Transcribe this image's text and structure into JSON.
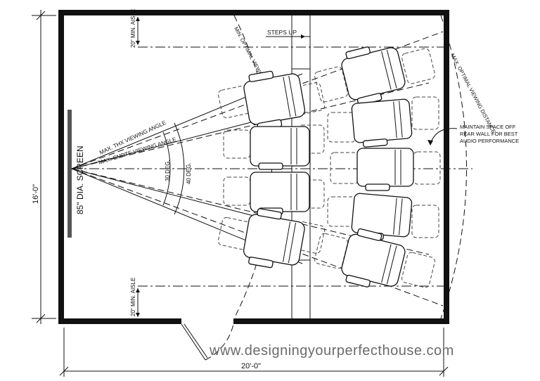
{
  "drawing": {
    "screen_label": "85\" DIA. SCREEN",
    "steps_label": "STEPS UP",
    "min_viewing_label": "MIN. OPTIMAL VIEWING DISTANCE",
    "max_viewing_label": "MAX. OPTIMAL VIEWING DISTANCE",
    "thx_label": "MAX. THX VIEWING ANGLE",
    "smpte_label": "MAX. SMPTE VIEWING ANGLE",
    "deg30_label": "30 DEG.",
    "deg40_label": "40 DEG.",
    "aisle_top_label": "20\" MIN. AISLE",
    "aisle_bottom_label": "20\" MIN. AISLE",
    "rear_wall_note": [
      "MAINTAIN SPACE OFF",
      "REAR WALL FOR BEST",
      "AUDIO PERFORMANCE"
    ],
    "height_dim": "16'-0\"",
    "width_dim": "20'-0\""
  },
  "watermark": "www.designingyourperfecthouse.com"
}
